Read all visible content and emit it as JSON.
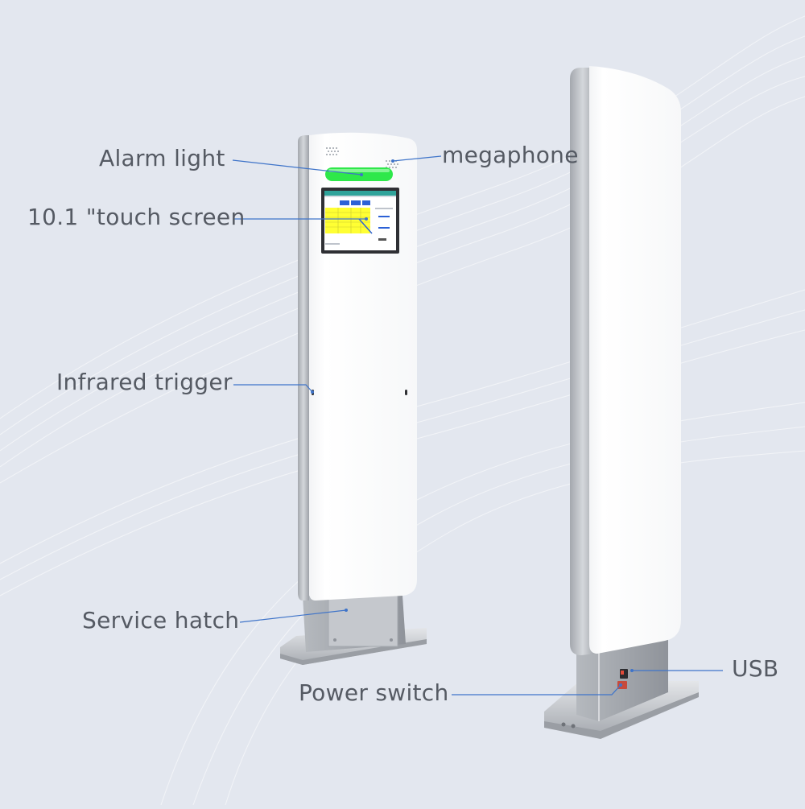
{
  "callouts": {
    "alarm_light": "Alarm light",
    "megaphone": "megaphone",
    "touch_screen": "10.1 \"touch screen",
    "infrared_trigger": "Infrared trigger",
    "service_hatch": "Service hatch",
    "power_switch": "Power switch",
    "usb": "USB"
  },
  "colors": {
    "background": "#e3e7ef",
    "leader_line": "#3f74c9",
    "alarm_light": "#2ee84a",
    "screen_header": "#2fa39a",
    "screen_highlight": "#ffff33",
    "screen_tab": "#2c61d6",
    "panel": "#ffffff",
    "frame": "#b9bcc2",
    "label_text": "#555a63"
  }
}
